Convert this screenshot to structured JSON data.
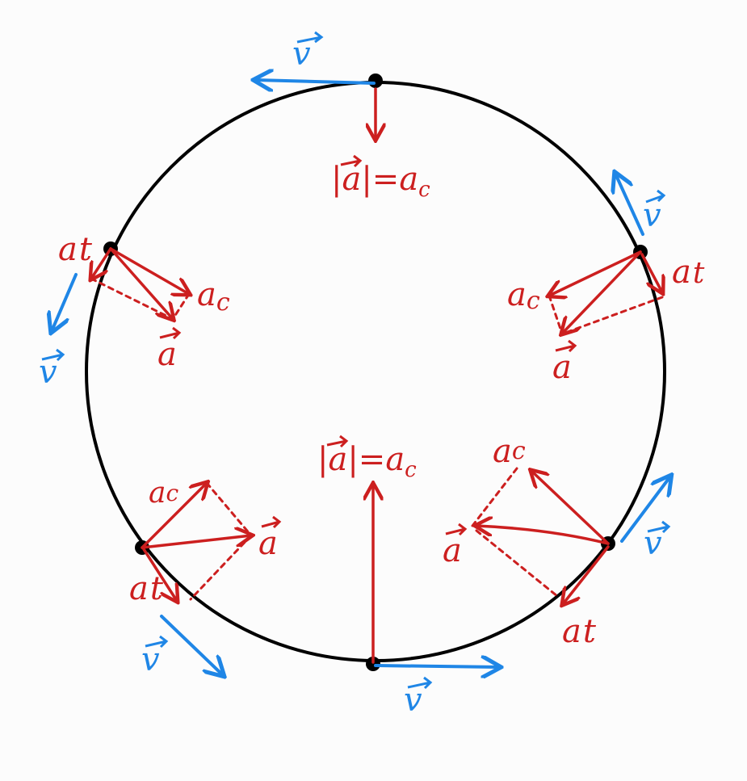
{
  "colors": {
    "circle": "#000000",
    "acceleration": "#cc1f1f",
    "velocity": "#1f86e6",
    "background": "#fcfcfc"
  },
  "labels": {
    "v": "v",
    "a": "a",
    "ac": "a",
    "ac_sub": "c",
    "at": "a",
    "at_sub": "t",
    "abs_top": "|a|=a",
    "abs_top_sub": "c",
    "abs_bottom": "|a|=a",
    "abs_bottom_sub": "c"
  }
}
